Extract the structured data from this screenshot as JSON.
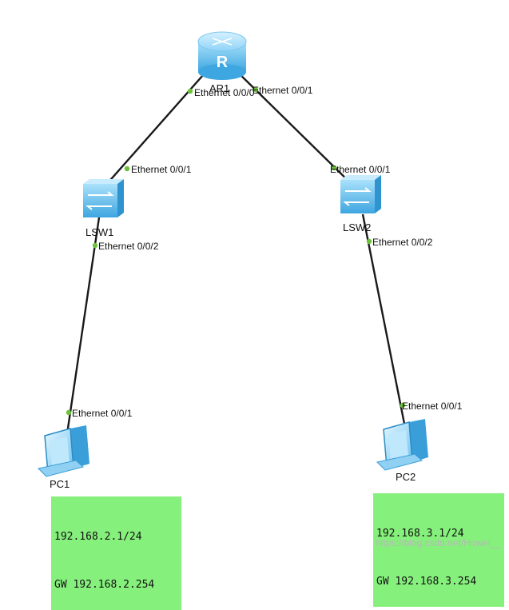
{
  "devices": {
    "router": {
      "name": "AR1",
      "icon": "router-icon",
      "glyph": "R"
    },
    "switch1": {
      "name": "LSW1",
      "icon": "switch-icon"
    },
    "switch2": {
      "name": "LSW2",
      "icon": "switch-icon"
    },
    "pc1": {
      "name": "PC1",
      "icon": "pc-icon"
    },
    "pc2": {
      "name": "PC2",
      "icon": "pc-icon"
    }
  },
  "ports": {
    "ar1_left": "Ethernet 0/0/0",
    "ar1_right": "Ethernet 0/0/1",
    "lsw1_up": "Ethernet 0/0/1",
    "lsw1_down": "Ethernet 0/0/2",
    "lsw2_up": "Ethernet 0/0/1",
    "lsw2_down": "Ethernet 0/0/2",
    "pc1_port": "Ethernet 0/0/1",
    "pc2_port": "Ethernet 0/0/1"
  },
  "pc1_config": {
    "ip": "192.168.2.1/24",
    "gw": "GW 192.168.2.254"
  },
  "pc2_config": {
    "ip": "192.168.3.1/24",
    "gw": "GW 192.168.3.254"
  },
  "watermark": "https://blog.csdn.net/Howel__",
  "colors": {
    "device_blue": "#5cb7ea",
    "port_green": "#6cc23a",
    "config_bg": "#86f07c",
    "link": "#1a1a1a"
  }
}
